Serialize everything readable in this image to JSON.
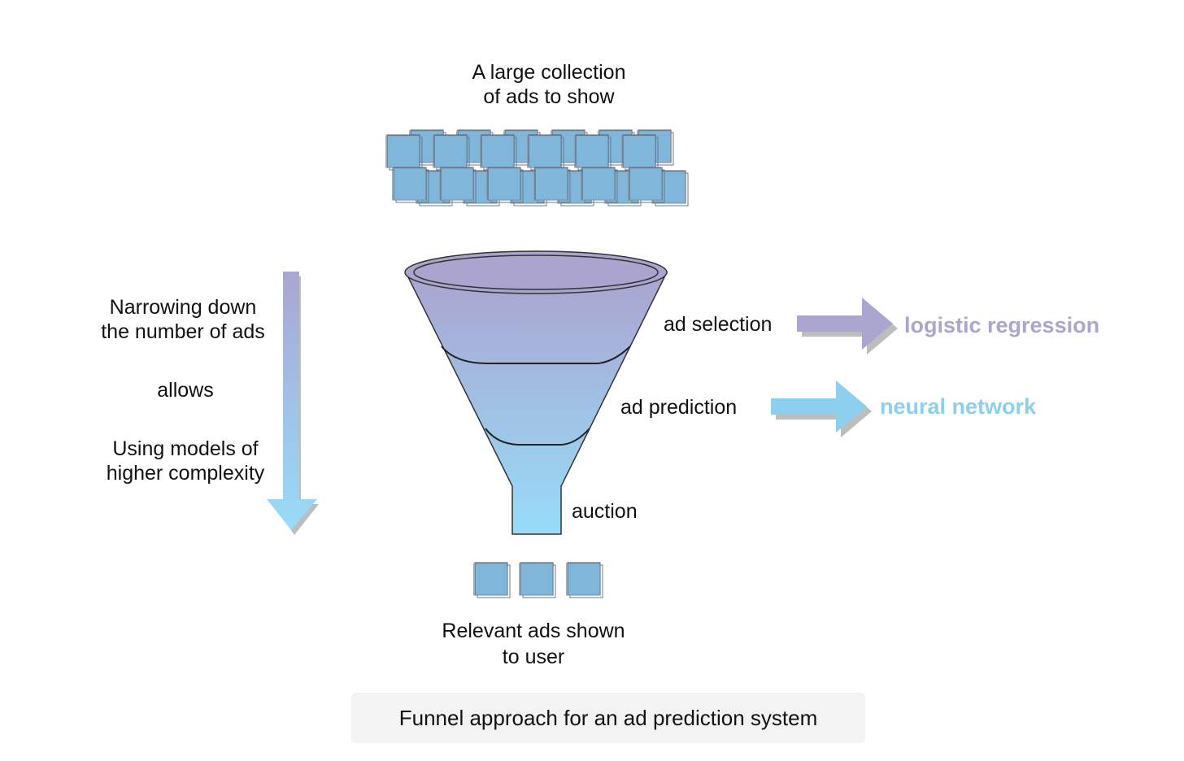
{
  "top_label": {
    "line1": "A large collection",
    "line2": "of ads to show"
  },
  "bottom_label": {
    "line1": "Relevant ads shown",
    "line2": "to user"
  },
  "left_text": {
    "line1": "Narrowing down",
    "line2": "the number of ads",
    "line3": "allows",
    "line4": "Using models of",
    "line5": "higher complexity"
  },
  "stages": [
    {
      "label": "ad selection",
      "model": "logistic regression",
      "model_color": "#aaa6d0"
    },
    {
      "label": "ad prediction",
      "model": "neural network",
      "model_color": "#8ccfee"
    },
    {
      "label": "auction"
    }
  ],
  "caption": "Funnel approach for an ad prediction system",
  "colors": {
    "ad_tile": "#7fb6d9",
    "funnel_top": "#aaa6d0",
    "funnel_bottom": "#97dcf8",
    "arrow_purple": "#aaa6d0",
    "arrow_blue": "#8ccfee"
  }
}
